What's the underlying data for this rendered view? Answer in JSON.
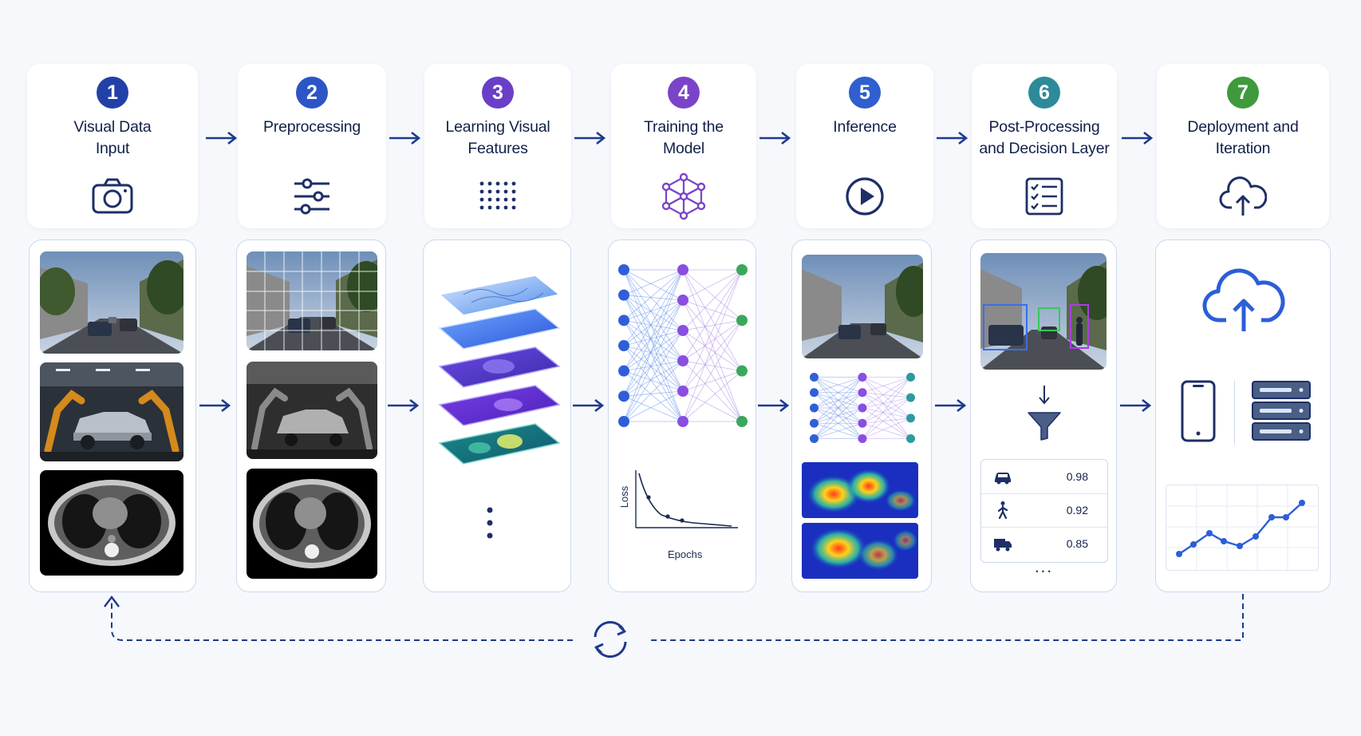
{
  "steps": [
    {
      "number": "1",
      "title_line1": "Visual Data",
      "title_line2": "Input",
      "color": "#2141a8",
      "icon": "camera-icon"
    },
    {
      "number": "2",
      "title_line1": "Preprocessing",
      "title_line2": "",
      "color": "#2c55c8",
      "icon": "sliders-icon"
    },
    {
      "number": "3",
      "title_line1": "Learning Visual",
      "title_line2": "Features",
      "color": "#6a3fc8",
      "icon": "dot-grid-icon"
    },
    {
      "number": "4",
      "title_line1": "Training the",
      "title_line2": "Model",
      "color": "#7a44c9",
      "icon": "network-icon"
    },
    {
      "number": "5",
      "title_line1": "Inference",
      "title_line2": "",
      "color": "#2f5fd0",
      "icon": "play-icon"
    },
    {
      "number": "6",
      "title_line1": "Post-Processing",
      "title_line2": "and Decision Layer",
      "color": "#2d8a9a",
      "icon": "checklist-icon"
    },
    {
      "number": "7",
      "title_line1": "Deployment and",
      "title_line2": "Iteration",
      "color": "#3f9a3c",
      "icon": "cloud-upload-icon"
    }
  ],
  "training_chart": {
    "ylabel": "Loss",
    "xlabel": "Epochs"
  },
  "detections": [
    {
      "icon": "car-icon",
      "score": "0.98"
    },
    {
      "icon": "pedestrian-icon",
      "score": "0.92"
    },
    {
      "icon": "truck-icon",
      "score": "0.85"
    }
  ],
  "detections_more": "• • •",
  "colors": {
    "accent": "#1e3a8a",
    "card_border": "#cdd8ee",
    "background": "#f6f8fc"
  }
}
